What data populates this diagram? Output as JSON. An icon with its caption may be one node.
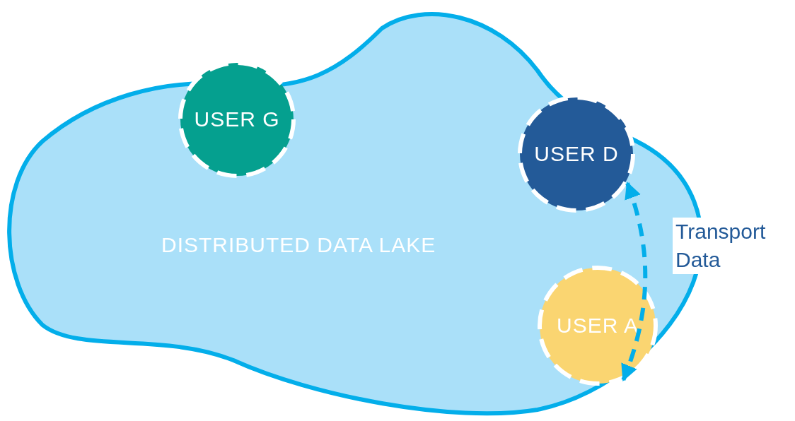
{
  "diagram": {
    "nodes": [
      {
        "text": [
          "DISTRIBUTED DATA LAKE"
        ]
      },
      {
        "text": [
          "USER G"
        ],
        "in": 0
      },
      {
        "text": [
          "USER D"
        ],
        "in": 0
      },
      {
        "text": [
          "USER A"
        ],
        "in": 0
      }
    ],
    "edges": [
      {
        "from": 2,
        "to": 3,
        "arrow": "both",
        "style": "dashed",
        "label": "Transport Data"
      }
    ]
  }
}
